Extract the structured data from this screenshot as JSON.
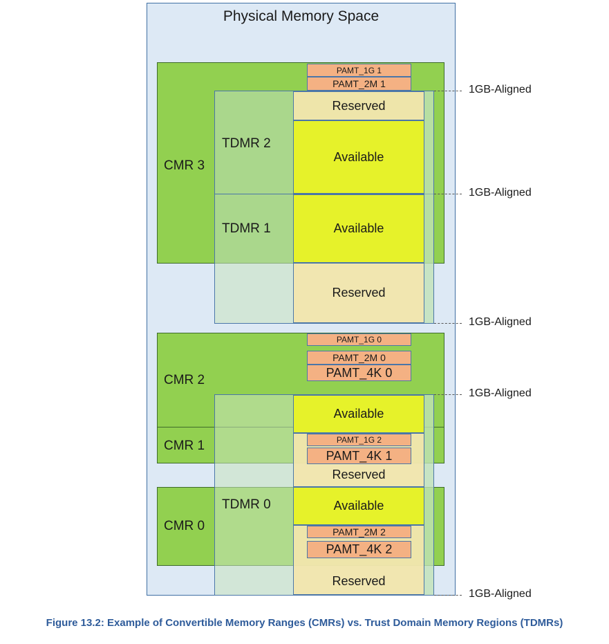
{
  "diagram": {
    "title": "Physical Memory Space",
    "cmr_labels": {
      "cmr3": "CMR 3",
      "cmr2": "CMR 2",
      "cmr1": "CMR 1",
      "cmr0": "CMR 0"
    },
    "tdmr_labels": {
      "tdmr2": "TDMR 2",
      "tdmr1": "TDMR 1",
      "tdmr0": "TDMR 0"
    },
    "region_labels": {
      "reserved": "Reserved",
      "available": "Available"
    },
    "pamt": {
      "pamt_1g_1": "PAMT_1G 1",
      "pamt_2m_1": "PAMT_2M 1",
      "pamt_1g_0": "PAMT_1G 0",
      "pamt_2m_0": "PAMT_2M 0",
      "pamt_4k_0": "PAMT_4K 0",
      "pamt_1g_2": "PAMT_1G 2",
      "pamt_4k_1": "PAMT_4K 1",
      "pamt_2m_2": "PAMT_2M 2",
      "pamt_4k_2": "PAMT_4K 2"
    },
    "alignment_label": "1GB-Aligned",
    "caption": "Figure 13.2:  Example of Convertible Memory Ranges (CMRs) vs. Trust Domain Memory Regions (TDMRs)"
  },
  "colors": {
    "cmr": "#92d050",
    "available": "#e6f22a",
    "reserved": "#f3e6ac",
    "pamt": "#f4b183",
    "caption": "#2e5b9a"
  }
}
